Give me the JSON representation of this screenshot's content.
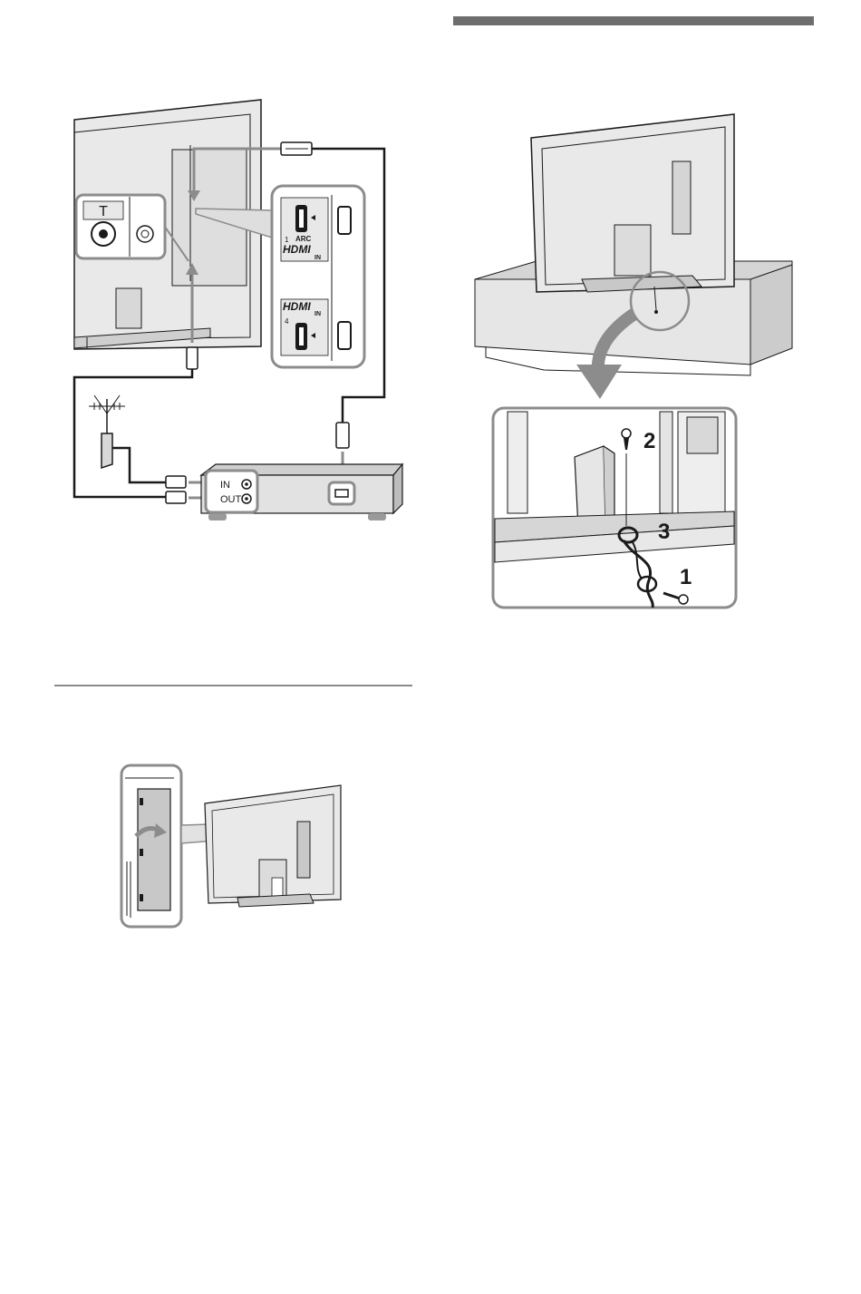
{
  "figure_connection": {
    "ports": {
      "aerial_symbol": "T",
      "hdmi1_number": "1",
      "hdmi1_arc": "ARC",
      "hdmi1_logo": "HDMI",
      "hdmi1_in": "IN",
      "hdmi4_number": "4",
      "hdmi4_logo": "HDMI",
      "hdmi4_in": "IN"
    },
    "settop_box": {
      "in_label": "IN",
      "out_label": "OUT"
    }
  },
  "figure_stand": {
    "steps": {
      "step_1": "1",
      "step_2": "2",
      "step_3": "3"
    }
  },
  "colors": {
    "line": "#1a1a1a",
    "fill_light": "#e8e8e8",
    "fill_mid": "#cfcfcf",
    "callout_border": "#8c8c8c",
    "header_bar": "#6e6e6e"
  }
}
